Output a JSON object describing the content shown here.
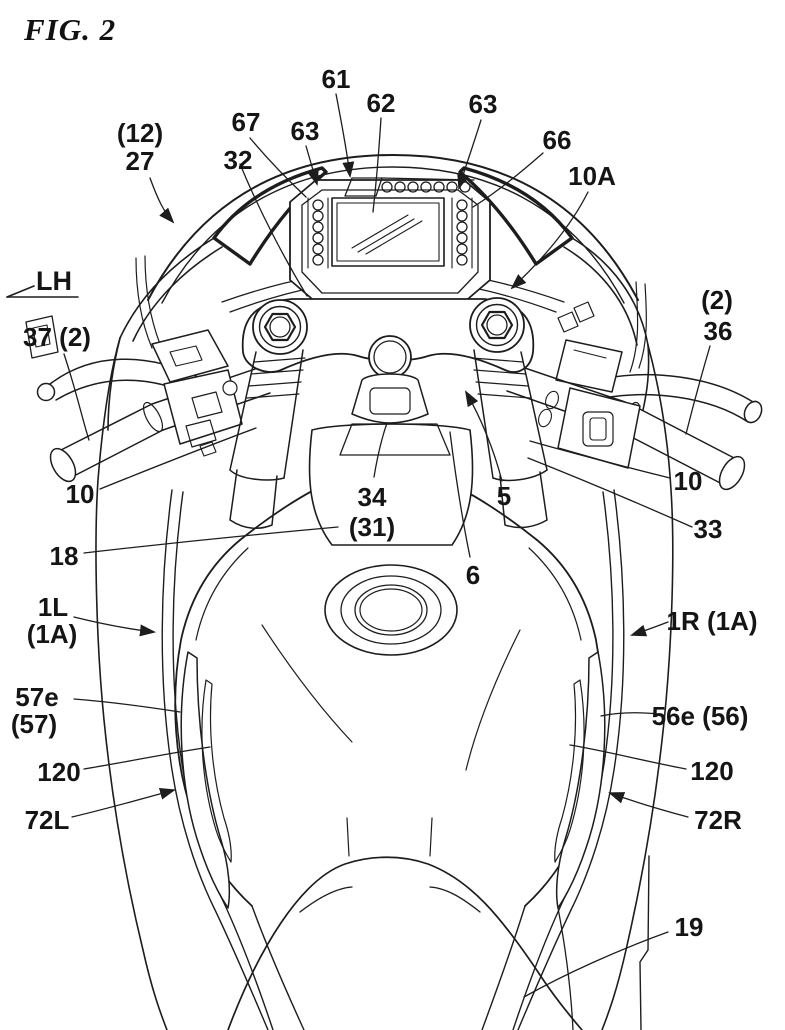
{
  "figure": {
    "title": "FIG. 2",
    "orientation_marker": "LH",
    "type": "patent-line-drawing",
    "subject": "motorcycle front cockpit top view"
  },
  "reference_labels": [
    {
      "id": "12",
      "text": "(12)"
    },
    {
      "id": "27",
      "text": "27"
    },
    {
      "id": "67",
      "text": "67"
    },
    {
      "id": "63L",
      "text": "63"
    },
    {
      "id": "61",
      "text": "61"
    },
    {
      "id": "62",
      "text": "62"
    },
    {
      "id": "63R",
      "text": "63"
    },
    {
      "id": "66",
      "text": "66"
    },
    {
      "id": "10A",
      "text": "10A"
    },
    {
      "id": "32",
      "text": "32"
    },
    {
      "id": "37-2",
      "text": "37 (2)"
    },
    {
      "id": "2R",
      "text": "(2)"
    },
    {
      "id": "36",
      "text": "36"
    },
    {
      "id": "10L",
      "text": "10"
    },
    {
      "id": "10R",
      "text": "10"
    },
    {
      "id": "33",
      "text": "33"
    },
    {
      "id": "34",
      "text": "34"
    },
    {
      "id": "31",
      "text": "(31)"
    },
    {
      "id": "5",
      "text": "5"
    },
    {
      "id": "6",
      "text": "6"
    },
    {
      "id": "18",
      "text": "18"
    },
    {
      "id": "1L",
      "text": "1L"
    },
    {
      "id": "1A",
      "text": "(1A)"
    },
    {
      "id": "1R1A",
      "text": "1R (1A)"
    },
    {
      "id": "57e",
      "text": "57e"
    },
    {
      "id": "57",
      "text": "(57)"
    },
    {
      "id": "56e56",
      "text": "56e (56)"
    },
    {
      "id": "120L",
      "text": "120"
    },
    {
      "id": "120R",
      "text": "120"
    },
    {
      "id": "72L",
      "text": "72L"
    },
    {
      "id": "72R",
      "text": "72R"
    },
    {
      "id": "19",
      "text": "19"
    }
  ],
  "line_color": "#1d1d1d",
  "background_color": "#ffffff"
}
